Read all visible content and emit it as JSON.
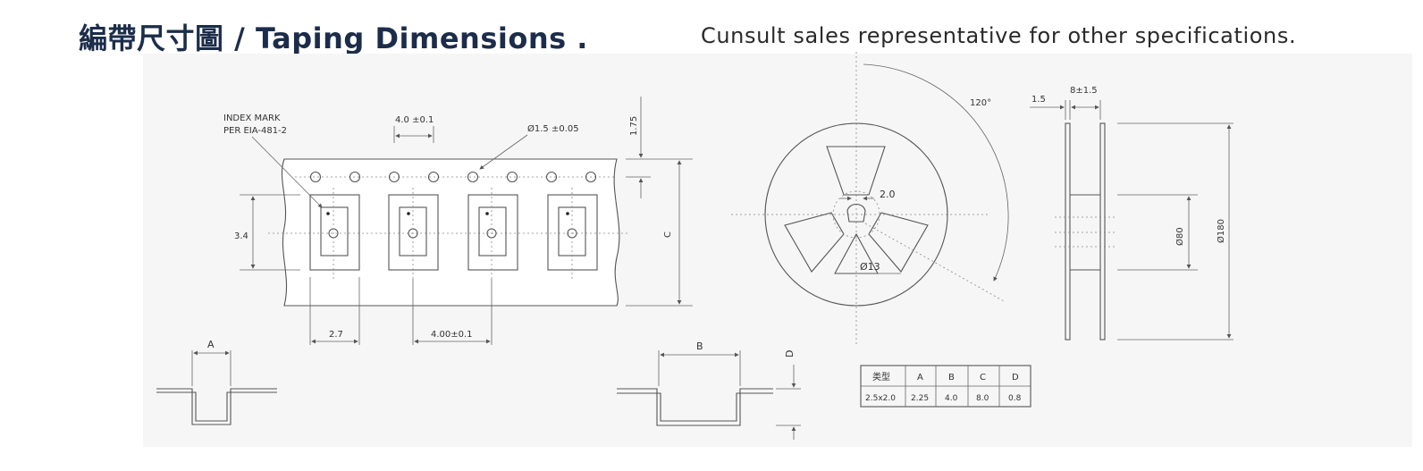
{
  "header": {
    "title": "編帶尺寸圖 / Taping Dimensions .",
    "note": "Cunsult sales representative for other specifications."
  },
  "tape": {
    "index_mark_line1": "INDEX MARK",
    "index_mark_line2": "PER EIA-481-2",
    "hole_pitch": "4.0 ±0.1",
    "hole_dia": "Ø1.5 ±0.05",
    "edge_dim": "1.75",
    "pocket_height": "3.4",
    "tape_width": "C",
    "pocket_width": "2.7",
    "pocket_pitch": "4.00±0.1"
  },
  "reel": {
    "angle": "120°",
    "hub_slot": "2.0",
    "hub_dia": "Ø13",
    "flange_thick": "1.5",
    "inner_width": "8±1.5",
    "hub_outer": "Ø80",
    "reel_dia": "Ø180"
  },
  "sections": {
    "a_label": "A",
    "b_label": "B",
    "d_label": "D"
  },
  "spec_table": {
    "headers": [
      "类型",
      "A",
      "B",
      "C",
      "D"
    ],
    "row": [
      "2.5x2.0",
      "2.25",
      "4.0",
      "8.0",
      "0.8"
    ]
  }
}
